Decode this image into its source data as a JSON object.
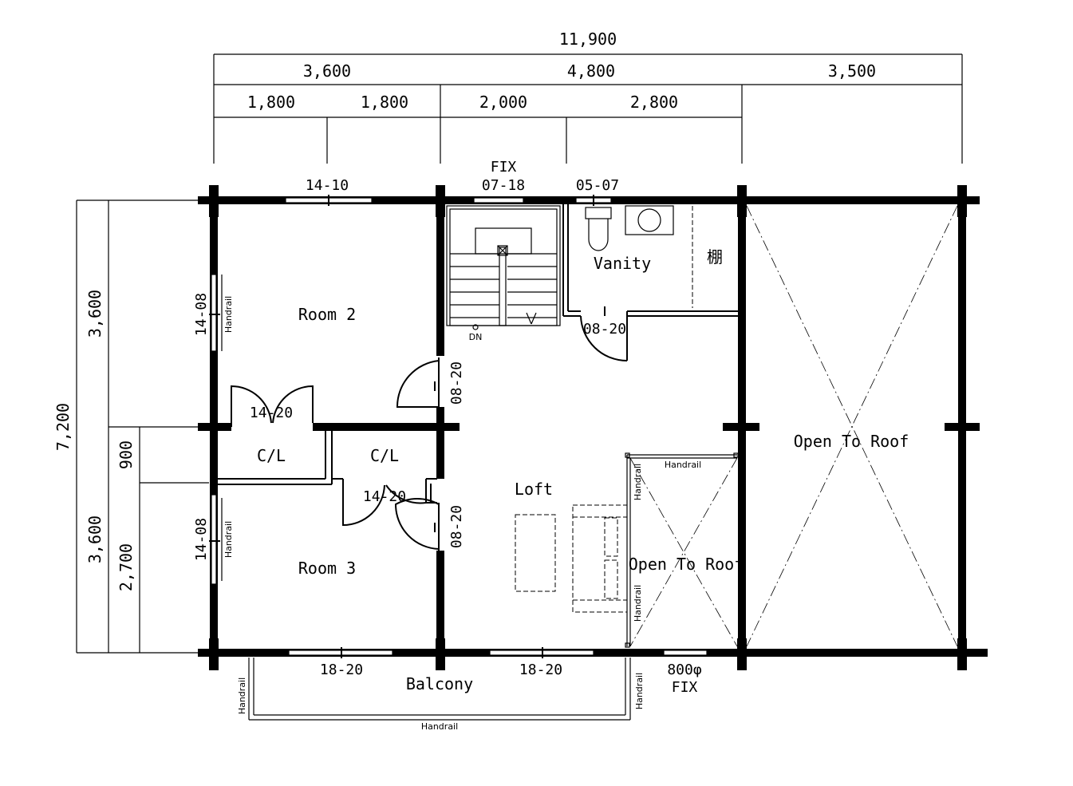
{
  "dimensions": {
    "top_total": "11,900",
    "top_row2": [
      "3,600",
      "4,800",
      "3,500"
    ],
    "top_row3": [
      "1,800",
      "1,800",
      "2,000",
      "2,800"
    ],
    "left_total": "7,200",
    "left_row2": [
      "3,600",
      "3,600"
    ],
    "left_row3": [
      "900",
      "2,700"
    ]
  },
  "rooms": {
    "room2": "Room 2",
    "room3": "Room 3",
    "closet1": "C/L",
    "closet2": "C/L",
    "loft": "Loft",
    "vanity": "Vanity",
    "shelf": "棚",
    "open_roof_small": "Open To Roof",
    "open_roof_large": "Open To Roof",
    "balcony": "Balcony"
  },
  "openings": {
    "win_top_room2": "14-10",
    "fix_label": "FIX",
    "win_top_stair": "07-18",
    "win_top_vanity": "05-07",
    "win_left_room2": "14-08",
    "win_left_room3": "14-08",
    "door_room2": "08-20",
    "door_vanity": "08-20",
    "door_closet1": "14-20",
    "door_closet2": "14-20",
    "door_room3": "08-20",
    "win_bottom_room3": "18-20",
    "win_bottom_loft": "18-20",
    "win_round": "800φ",
    "win_round_fix": "FIX"
  },
  "annotations": {
    "handrail": "Handrail",
    "stair_down": "DN"
  }
}
